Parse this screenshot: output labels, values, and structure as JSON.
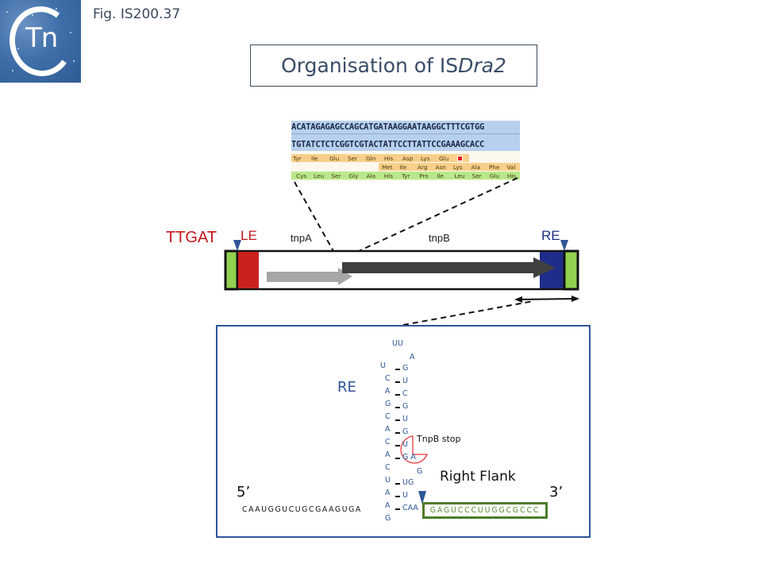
{
  "header": {
    "logo_text": "Tn",
    "figure_label": "Fig. IS200.37",
    "title_prefix": "Organisation of IS",
    "title_italic": "Dra2"
  },
  "sequence_panel": {
    "top_strand": "ACATAGAGAGCCAGCATGATAAGGAATAAGGCTTTCGTGG",
    "bottom_strand": "TGTATCTCTCGGTCGTACTATTCCTTATTCCGAAAGCACC",
    "frame1": [
      "Tyr",
      "Ile",
      "Glu",
      "Ser",
      "Gln",
      "His",
      "Asp",
      "Lys",
      "Glu"
    ],
    "frame1_stop": "stop",
    "frame2": [
      "Met",
      "Ile",
      "Arg",
      "Asn",
      "Lys",
      "Ala",
      "Phe",
      "Val"
    ],
    "frame3": [
      "Cys",
      "Leu",
      "Ser",
      "Gly",
      "Ala",
      "His",
      "Tyr",
      "Pro",
      "Ile",
      "Leu",
      "Ser",
      "Glu",
      "His"
    ],
    "colors": {
      "dna": "#b7d0f0",
      "frame1": "#f8cf8a",
      "frame2": "#f8cf8a",
      "frame3": "#b8e88a",
      "stop": "#e02020"
    }
  },
  "element_map": {
    "target_site": "TTGAT",
    "left_end_label": "LE",
    "tnpA_label": "tnpA",
    "tnpB_label": "tnpB",
    "right_end_label": "RE",
    "colors": {
      "flank": "#92d050",
      "left_end": "#c9211e",
      "right_end": "#1f2d8a",
      "tnpA_arrow": "#a6a6a6",
      "tnpB_arrow": "#404040",
      "target_text": "#c0161b"
    }
  },
  "re_structure": {
    "label": "RE",
    "loop": [
      "UU",
      "A"
    ],
    "left_stem": [
      "U",
      "C",
      "A",
      "G",
      "C",
      "A",
      "C",
      "A",
      "C",
      "U",
      "A",
      "A",
      "G"
    ],
    "right_stem": [
      "G",
      "U",
      "C",
      "G",
      "U",
      "G",
      "U",
      "G A",
      "G",
      "UG",
      "U",
      "CAA"
    ],
    "stop_annotation": "TnpB stop",
    "five_prime": "5’",
    "three_prime": "3’",
    "left_sequence": "CAAUGGUCUGCGAAGUGA",
    "right_flank_label": "Right Flank",
    "right_flank_sequence": "GAGUCCCUUGGCGCCC",
    "colors": {
      "rna": "#2f5597",
      "flank": "#5b8a2e",
      "stop_marker": "#e8383d"
    }
  }
}
